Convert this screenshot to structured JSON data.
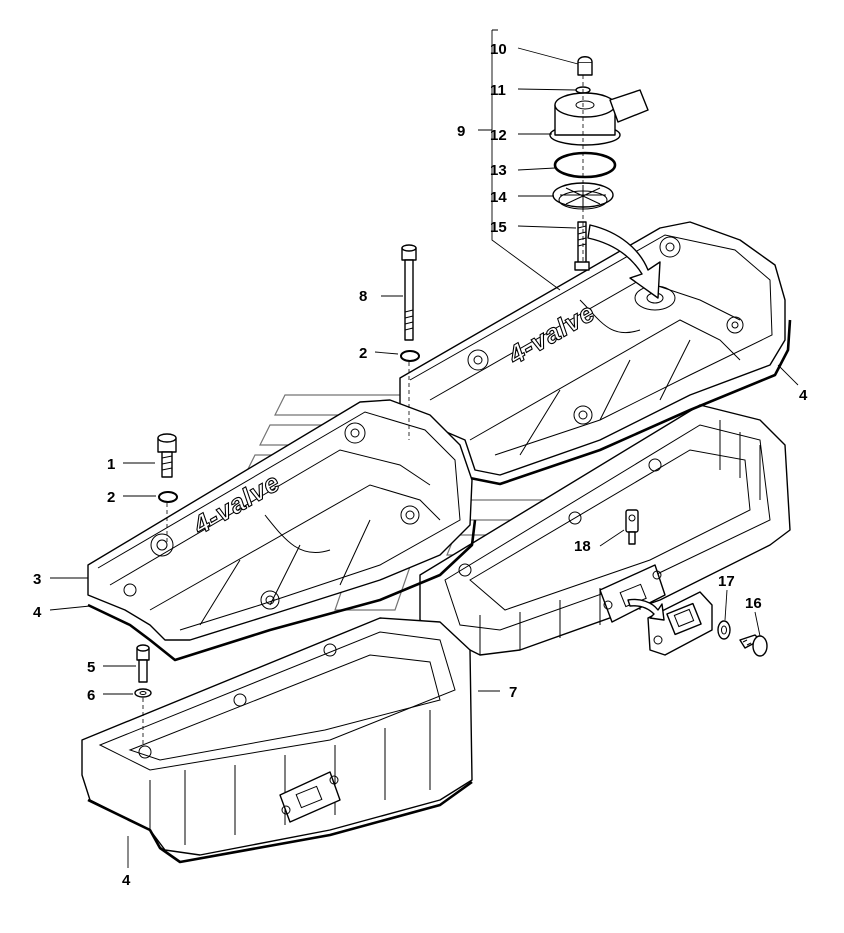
{
  "diagram": {
    "emboss_text": "4-valve",
    "callouts": [
      {
        "id": "c1",
        "text": "1"
      },
      {
        "id": "c2a",
        "text": "2"
      },
      {
        "id": "c2b",
        "text": "2"
      },
      {
        "id": "c3",
        "text": "3"
      },
      {
        "id": "c4a",
        "text": "4"
      },
      {
        "id": "c4b",
        "text": "4"
      },
      {
        "id": "c4c",
        "text": "4"
      },
      {
        "id": "c5",
        "text": "5"
      },
      {
        "id": "c6",
        "text": "6"
      },
      {
        "id": "c7",
        "text": "7"
      },
      {
        "id": "c8",
        "text": "8"
      },
      {
        "id": "c9",
        "text": "9"
      },
      {
        "id": "c10",
        "text": "10"
      },
      {
        "id": "c11",
        "text": "11"
      },
      {
        "id": "c12",
        "text": "12"
      },
      {
        "id": "c13",
        "text": "13"
      },
      {
        "id": "c14",
        "text": "14"
      },
      {
        "id": "c15",
        "text": "15"
      },
      {
        "id": "c16",
        "text": "16"
      },
      {
        "id": "c17",
        "text": "17"
      },
      {
        "id": "c18",
        "text": "18"
      }
    ]
  }
}
